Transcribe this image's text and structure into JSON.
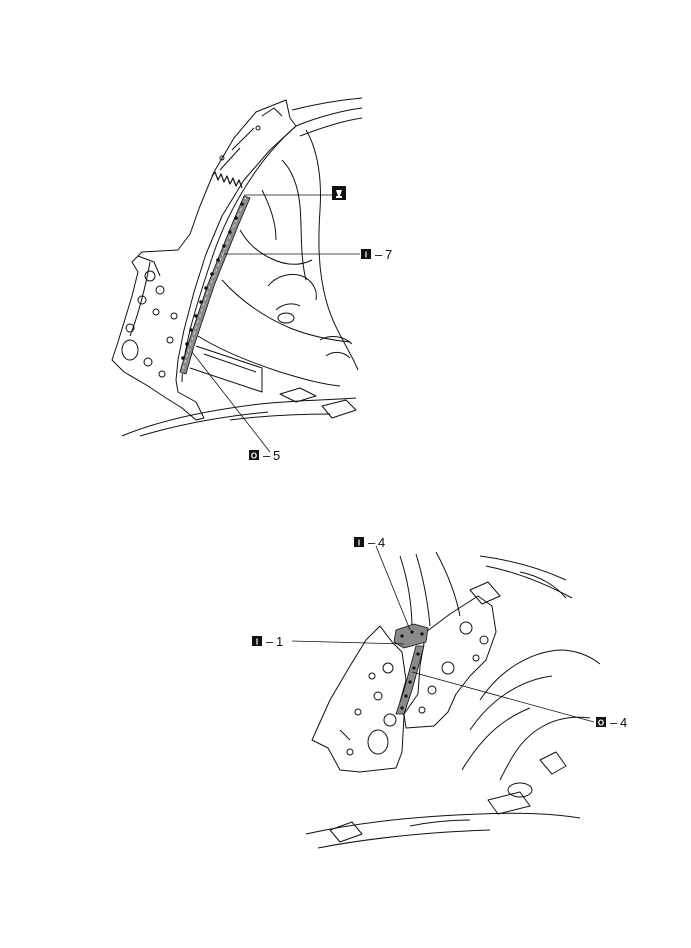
{
  "figure1": {
    "callouts": [
      {
        "id": "weld-symbol",
        "badge": "",
        "number": ""
      },
      {
        "id": "i-7",
        "badge": "I",
        "number": "7"
      },
      {
        "id": "o-5",
        "badge": "O",
        "number": "5"
      }
    ]
  },
  "figure2": {
    "callouts": [
      {
        "id": "i-4",
        "badge": "I",
        "number": "4"
      },
      {
        "id": "i-1",
        "badge": "I",
        "number": "1"
      },
      {
        "id": "o-4",
        "badge": "O",
        "number": "4"
      }
    ]
  },
  "dash": "–"
}
